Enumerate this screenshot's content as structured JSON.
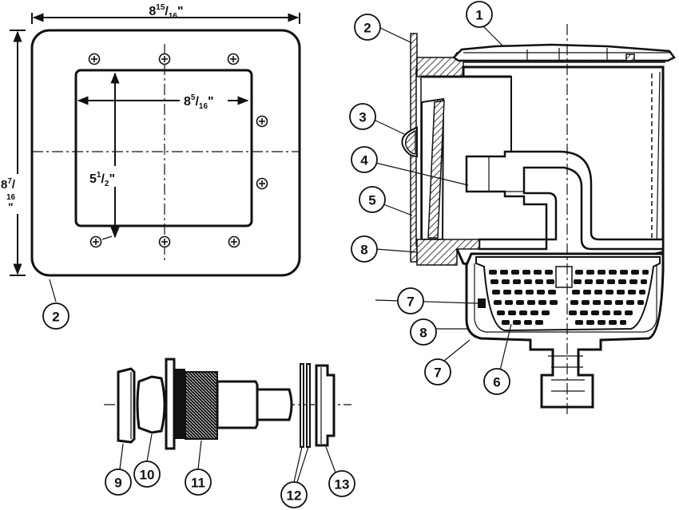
{
  "dimensions": {
    "plate_width": {
      "whole": "8",
      "num": "15",
      "den": "16",
      "unit": "\""
    },
    "plate_height": {
      "whole": "8",
      "num": "7",
      "den": "16",
      "unit": "\""
    },
    "opening_width": {
      "whole": "8",
      "num": "5",
      "den": "16",
      "unit": "\""
    },
    "opening_height": {
      "whole": "5",
      "num": "1",
      "den": "2",
      "unit": "\""
    }
  },
  "callouts": [
    "1",
    "2",
    "3",
    "4",
    "5",
    "7",
    "8",
    "9",
    "10",
    "11",
    "12",
    "13",
    "6"
  ],
  "face_plate_callout": "2",
  "colors": {
    "ink": "#111111",
    "paper": "#ffffff"
  }
}
